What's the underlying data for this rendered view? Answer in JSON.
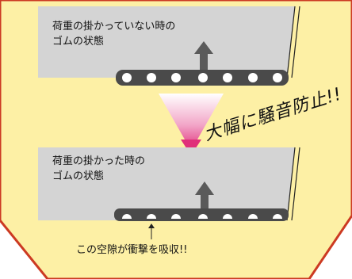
{
  "colors": {
    "panel_fill": "#fdf0a5",
    "panel_border": "#cc3a22",
    "plate_fill": "#d4d4d4",
    "belt_fill": "#4a4a4a",
    "arrow_fill": "#5a5a5a",
    "gradient_top": "#ffffff",
    "gradient_bottom": "#e0307a"
  },
  "panels": {
    "top": {
      "line1": "荷重の掛かっていない時の",
      "line2": "ゴムの状態",
      "hole_shape": "full-circle"
    },
    "bottom": {
      "line1": "荷重の掛かった時の",
      "line2": "ゴムの状態",
      "hole_shape": "flattened-half-circle"
    }
  },
  "callout": "大幅に騒音防止!!",
  "note": "この空隙が衝撃を吸収!!"
}
